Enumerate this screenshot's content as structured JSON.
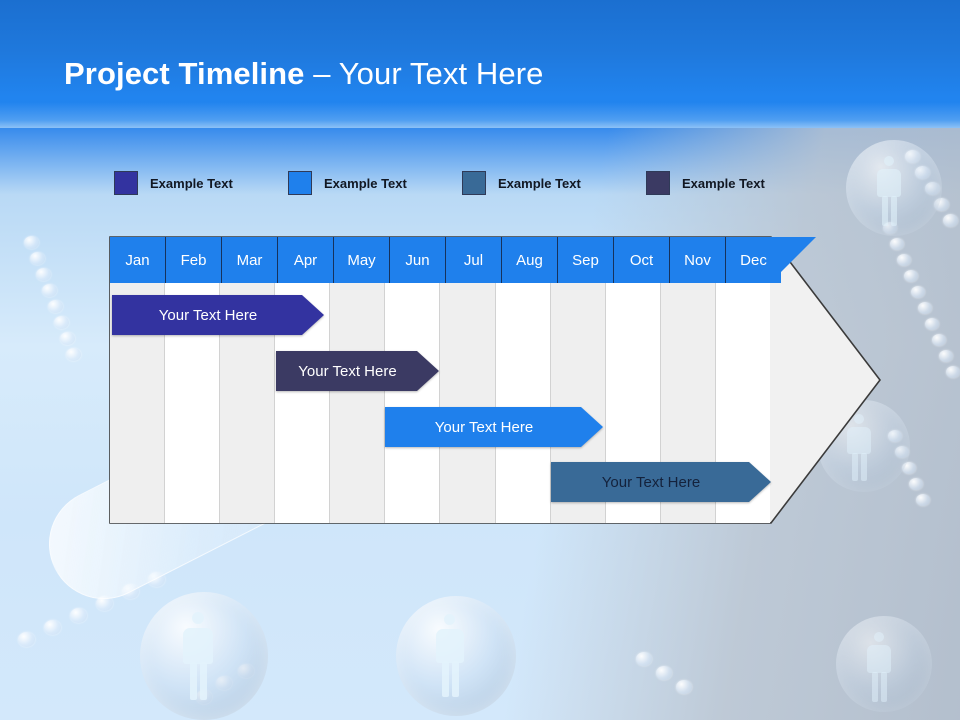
{
  "slide": {
    "title_strong": "Project Timeline",
    "title_dash": " – ",
    "title_light": "Your Text Here",
    "header_band_color": "#1f80ec",
    "background_base_color": "#d3e8fb",
    "background_right_veil_color": "#b2bdcb"
  },
  "legend": {
    "items": [
      {
        "label": "Example Text",
        "color": "#3333a0",
        "x": 0
      },
      {
        "label": "Example Text",
        "color": "#1f80ec",
        "x": 174
      },
      {
        "label": "Example Text",
        "color": "#396a97",
        "x": 348
      },
      {
        "label": "Example Text",
        "color": "#3b3a63",
        "x": 532
      }
    ]
  },
  "chart_data": {
    "type": "bar",
    "title": "Project Timeline – Your Text Here",
    "orientation": "horizontal",
    "xlabel": "",
    "ylabel": "",
    "grid": true,
    "legend_position": "top",
    "categories": [
      "Jan",
      "Feb",
      "Mar",
      "Apr",
      "May",
      "Jun",
      "Jul",
      "Aug",
      "Sep",
      "Oct",
      "Nov",
      "Dec"
    ],
    "header_cells": [
      "Jan",
      "Feb",
      "Mar",
      "Apr",
      "May",
      "Jun",
      "Jul",
      "Aug",
      "Sep",
      "Oct",
      "Nov",
      "Dec"
    ],
    "series": [
      {
        "name": "Example Text",
        "label": "Your  Text Here",
        "color": "#3333a0",
        "text_color": "#ffffff",
        "start_month": "Jan",
        "end_month": "Apr",
        "start_index": 0,
        "end_index": 4,
        "row": 0
      },
      {
        "name": "Example Text",
        "label": "Your  Text Here",
        "color": "#3b3a63",
        "text_color": "#ffffff",
        "start_month": "Apr",
        "end_month": "Jun",
        "start_index": 3,
        "end_index": 6,
        "row": 1
      },
      {
        "name": "Example Text",
        "label": "Your  Text Here",
        "color": "#1f80ec",
        "text_color": "#ffffff",
        "start_month": "Jun",
        "end_month": "Sep",
        "start_index": 5,
        "end_index": 9,
        "row": 2
      },
      {
        "name": "Example Text",
        "label": "Your  Text Here",
        "color": "#396a97",
        "text_color": "#14223c",
        "start_month": "Sep",
        "end_month": "Dec",
        "start_index": 8,
        "end_index": 12,
        "row": 3
      }
    ],
    "body_fill_color": "#f1f1f1",
    "body_stripe_color": "#ffffff",
    "body_outline_color": "#3b3b3b",
    "header_fill_color": "#1f80ec",
    "header_text_color": "#ffffff"
  }
}
